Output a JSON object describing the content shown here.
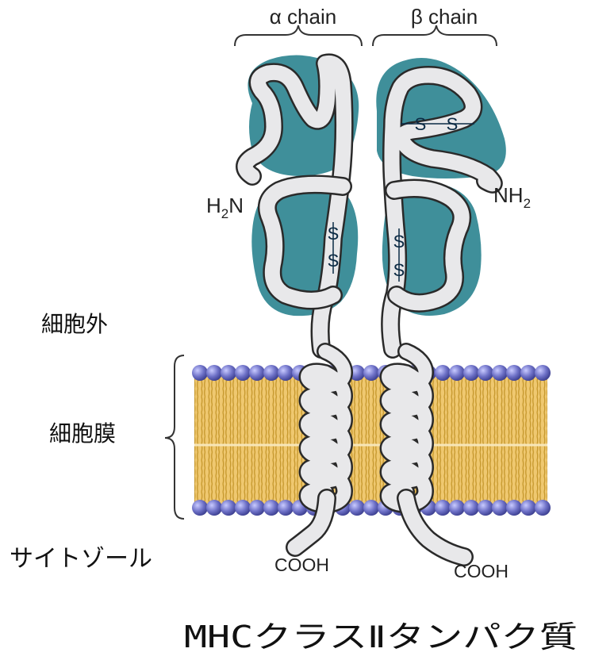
{
  "labels": {
    "alpha_chain": "α chain",
    "beta_chain": "β chain",
    "h2n_main": "H",
    "h2n_sub": "2",
    "h2n_end": "N",
    "nh2_main": "NH",
    "nh2_sub": "2",
    "cooh_left": "COOH",
    "cooh_right": "COOH",
    "ss_s": "S",
    "extracellular": "細胞外",
    "membrane": "細胞膜",
    "cytosol": "サイトゾール",
    "title": "MHCクラスⅡタンパク質"
  },
  "colors": {
    "domain_teal": "#3f8f9a",
    "chain_fill": "#e8e8ea",
    "chain_stroke": "#2a2a2a",
    "head_blue": "#6f72c8",
    "tail_orange": "#e8b850",
    "text": "#111111"
  }
}
